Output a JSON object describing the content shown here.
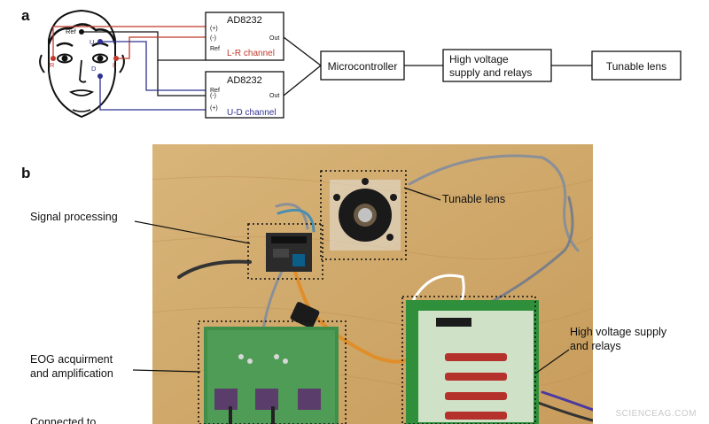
{
  "panel_a": {
    "letter": "a",
    "face": {
      "ref": "Ref",
      "u": "U",
      "d": "D",
      "r": "R",
      "l": "L"
    },
    "chip_lr": {
      "title": "AD8232",
      "plus": "(+)",
      "minus": "(-)",
      "ref": "Ref",
      "out": "Out",
      "channel": "L-R channel"
    },
    "chip_ud": {
      "title": "AD8232",
      "ref": "Ref",
      "minus": "(-)",
      "plus": "(+)",
      "out": "Out",
      "channel": "U-D channel"
    },
    "blocks": {
      "microcontroller": "Microcontroller",
      "hv_line1": "High voltage",
      "hv_line2": "supply and relays",
      "lens": "Tunable lens"
    },
    "colors": {
      "red": "#c0392b",
      "blue": "#2e3192",
      "black": "#111111"
    }
  },
  "panel_b": {
    "letter": "b",
    "labels": {
      "signal_processing": "Signal processing",
      "tunable_lens": "Tunable lens",
      "eog_line1": "EOG acquirment",
      "eog_line2": "and amplification",
      "hv_line1": "High voltage supply",
      "hv_line2": "and relays",
      "cut_off": "Connected to ..."
    }
  },
  "watermark": "SCIENCEAG.COM"
}
